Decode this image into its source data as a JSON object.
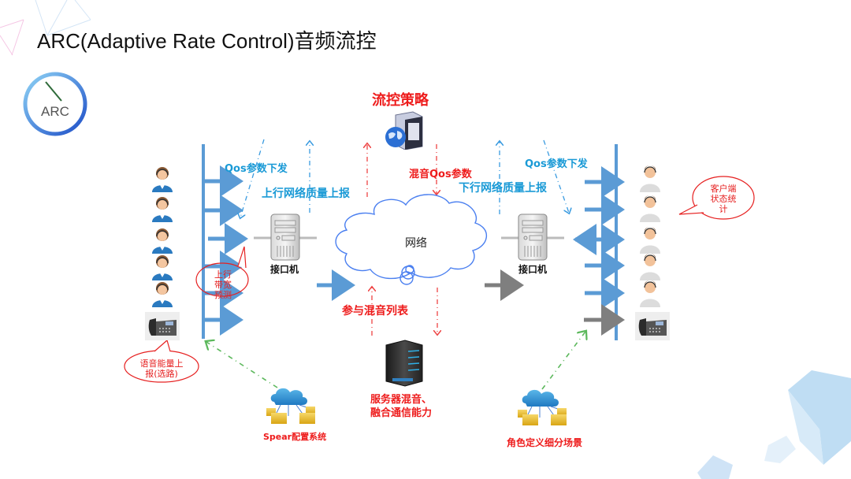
{
  "title": "ARC(Adaptive Rate Control)音频流控",
  "logo": {
    "text": "ARC",
    "ring_color": "#1e5fd0"
  },
  "colors": {
    "blue_label": "#1a9ad6",
    "red_label": "#ee1c1c",
    "bus_blue": "#5b9bd5",
    "gray_arrow": "#7f7f7f",
    "green_dash": "#5cb85c",
    "cloud_stroke": "#4a7ff0"
  },
  "top": {
    "policy_label": "流控策略",
    "policy_icon": "policy-server-globe-icon"
  },
  "left": {
    "qos_label": "Qos参数下发",
    "uplink_report_label": "上行网络质量上报",
    "gateway_label": "接口机",
    "bandwidth_callout": "上行带宽预测",
    "energy_callout": "语音能量上报(选路)",
    "users": [
      "female-agent",
      "female-agent",
      "female-agent",
      "female-agent",
      "female-agent",
      "desk-phone"
    ]
  },
  "center": {
    "network_label": "网络",
    "mix_qos_label": "混音Qos参数",
    "mix_list_label": "参与混音列表",
    "server_label_line1": "服务器混音、",
    "server_label_line2": "融合通信能力"
  },
  "right": {
    "qos_label": "Qos参数下发",
    "downlink_report_label": "下行网络质量上报",
    "gateway_label": "接口机",
    "client_callout": "客户端状态统计",
    "users": [
      "male-agent",
      "male-agent",
      "male-agent",
      "male-agent",
      "male-agent",
      "desk-phone"
    ]
  },
  "bottom": {
    "spear_label": "Spear配置系统",
    "role_label": "角色定义细分场景"
  }
}
